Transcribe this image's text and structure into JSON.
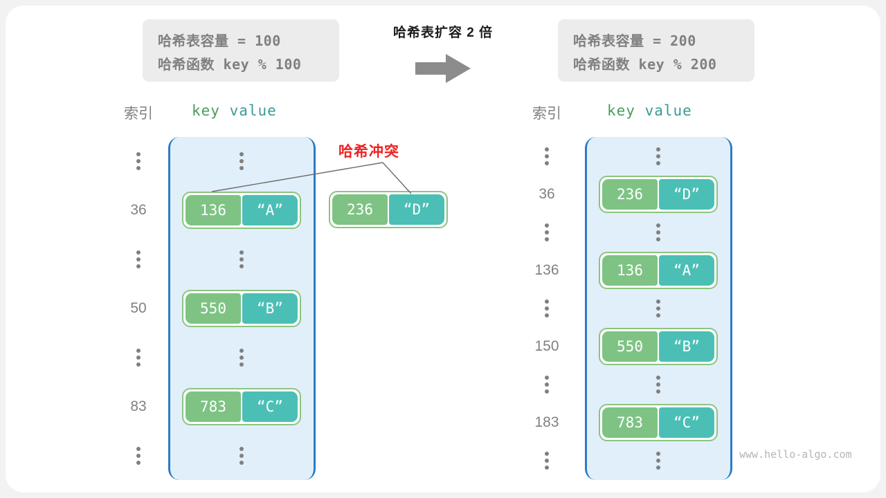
{
  "watermark": "www.hello-algo.com",
  "transition": {
    "label": "哈希表扩容 2 倍",
    "arrow_icon": "arrow-right-icon"
  },
  "before": {
    "info": {
      "capacity_line": "哈希表容量 = 100",
      "hash_line": "哈希函数 key % 100"
    },
    "headers": {
      "index": "索引",
      "key": "key",
      "value": "value"
    },
    "rows": [
      {
        "index": "⋮",
        "type": "ellipsis"
      },
      {
        "index": "36",
        "type": "pair",
        "key": "136",
        "value": "“A”"
      },
      {
        "index": "⋮",
        "type": "ellipsis"
      },
      {
        "index": "50",
        "type": "pair",
        "key": "550",
        "value": "“B”"
      },
      {
        "index": "⋮",
        "type": "ellipsis"
      },
      {
        "index": "83",
        "type": "pair",
        "key": "783",
        "value": "“C”"
      },
      {
        "index": "⋮",
        "type": "ellipsis"
      }
    ],
    "detached_pair": {
      "key": "236",
      "value": "“D”"
    },
    "collision_label": "哈希冲突"
  },
  "after": {
    "info": {
      "capacity_line": "哈希表容量 = 200",
      "hash_line": "哈希函数 key % 200"
    },
    "headers": {
      "index": "索引",
      "key": "key",
      "value": "value"
    },
    "rows": [
      {
        "index": "⋮",
        "type": "ellipsis"
      },
      {
        "index": "36",
        "type": "pair",
        "key": "236",
        "value": "“D”"
      },
      {
        "index": "⋮",
        "type": "ellipsis"
      },
      {
        "index": "136",
        "type": "pair",
        "key": "136",
        "value": "“A”"
      },
      {
        "index": "⋮",
        "type": "ellipsis"
      },
      {
        "index": "150",
        "type": "pair",
        "key": "550",
        "value": "“B”"
      },
      {
        "index": "⋮",
        "type": "ellipsis"
      },
      {
        "index": "183",
        "type": "pair",
        "key": "783",
        "value": "“C”"
      },
      {
        "index": "⋮",
        "type": "ellipsis"
      }
    ]
  },
  "colors": {
    "panel_fill": "#e1effa",
    "panel_border": "#2b7cc4",
    "key_cell": "#7ec384",
    "value_cell": "#4bbfb5",
    "pair_border": "#8cc47f",
    "collision_red": "#ee2222",
    "arrow_gray": "#8c8c8c",
    "info_bg": "#ececec",
    "info_text": "#808080"
  }
}
